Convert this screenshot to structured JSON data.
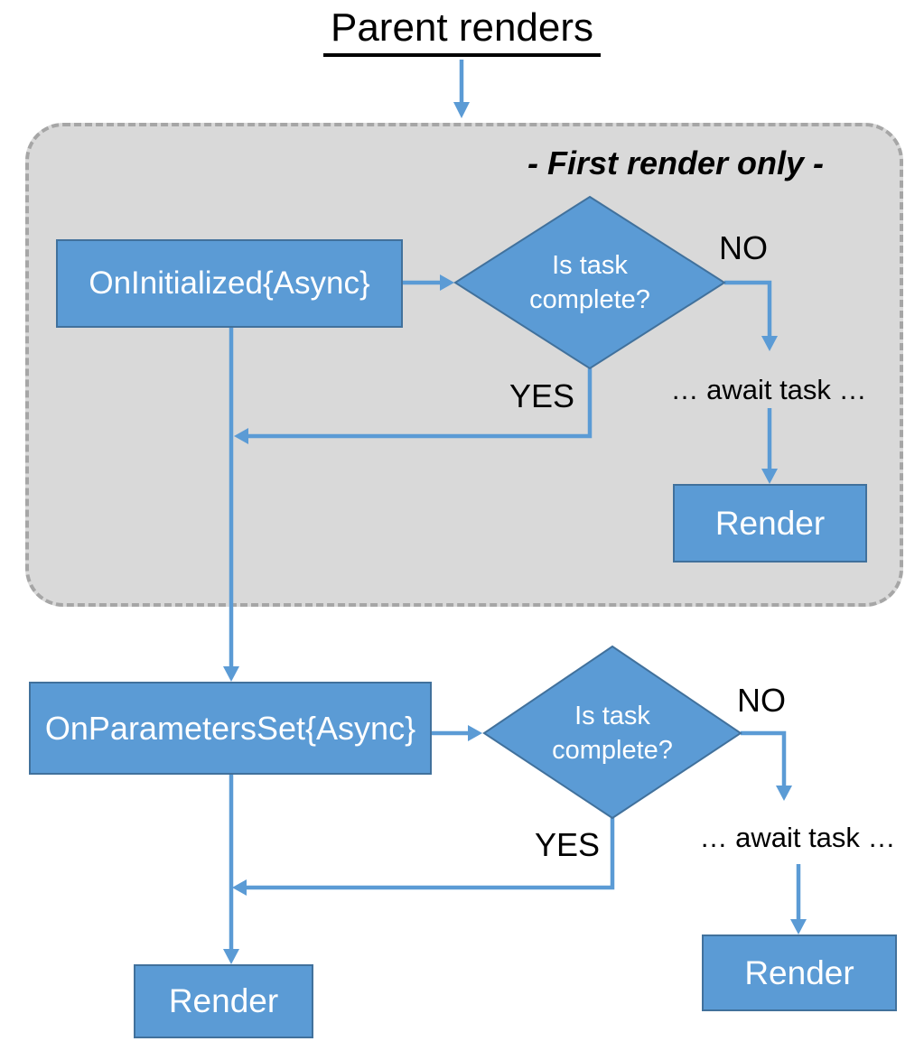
{
  "title": "Parent renders",
  "group": {
    "label": "- First render only -"
  },
  "flow1": {
    "lifecycle_method": "OnInitialized{Async}",
    "decision": "Is task complete?",
    "no": "NO",
    "yes": "YES",
    "await_note": "… await task …",
    "render": "Render"
  },
  "flow2": {
    "lifecycle_method": "OnParametersSet{Async}",
    "decision": "Is task complete?",
    "no": "NO",
    "yes": "YES",
    "await_note": "… await task …",
    "render_no_branch": "Render",
    "render_yes_branch": "Render"
  },
  "colors": {
    "node_fill": "#5B9BD5",
    "node_border": "#41719C",
    "connector": "#5B9BD5",
    "group_fill": "#D9D9D9",
    "group_border": "#A6A6A6",
    "node_text": "#FFFFFF",
    "label_text": "#000000",
    "background": "#FFFFFF"
  }
}
